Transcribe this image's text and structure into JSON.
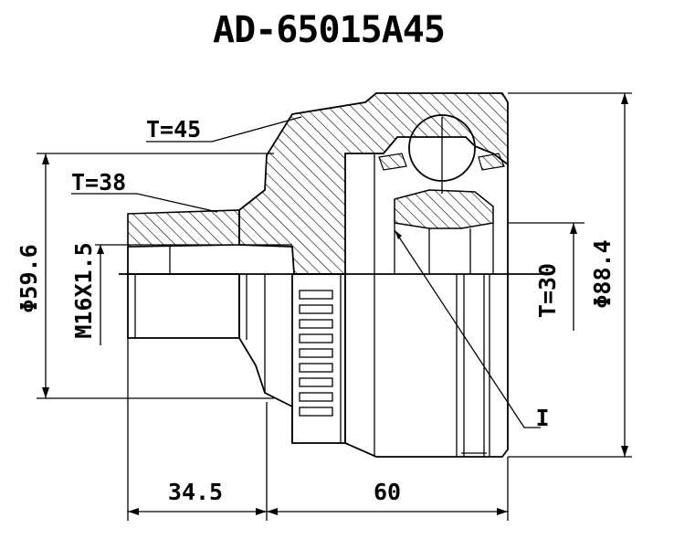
{
  "drawing": {
    "part_number": "AD-65015A45",
    "labels": {
      "t45": "T=45",
      "t38": "T=38",
      "t30": "T=30",
      "thread": "M16X1.5",
      "dia_small": "Φ59.6",
      "dia_large": "Φ88.4",
      "len_stem": "34.5",
      "len_bell": "60",
      "ref_i": "I"
    },
    "colors": {
      "line": "#000000",
      "background": "#ffffff"
    }
  }
}
